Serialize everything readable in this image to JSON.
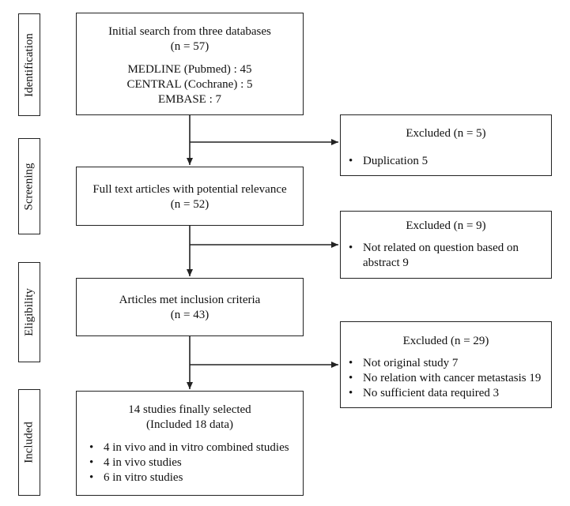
{
  "stages": {
    "identification": "Identification",
    "screening": "Screening",
    "eligibility": "Eligibility",
    "included": "Included"
  },
  "boxes": {
    "initial": {
      "line1": "Initial search from three databases",
      "line2": "(n = 57)",
      "db1": "MEDLINE (Pubmed) : 45",
      "db2": "CENTRAL (Cochrane) : 5",
      "db3": "EMBASE : 7"
    },
    "fulltext": {
      "line1": "Full text articles with potential relevance",
      "line2": "(n = 52)"
    },
    "inclusion": {
      "line1": "Articles met inclusion criteria",
      "line2": "(n = 43)"
    },
    "final": {
      "line1": "14 studies finally selected",
      "line2": "(Included 18 data)",
      "items": [
        "4 in vivo and in vitro combined studies",
        "4 in vivo studies",
        "6 in vitro studies"
      ]
    }
  },
  "excluded": [
    {
      "title": "Excluded (n = 5)",
      "items": [
        "Duplication 5"
      ]
    },
    {
      "title": "Excluded (n = 9)",
      "items": [
        "Not related on question based on abstract 9"
      ]
    },
    {
      "title": "Excluded (n = 29)",
      "items": [
        "Not original study 7",
        "No relation with cancer metastasis 19",
        "No sufficient data required 3"
      ]
    }
  ]
}
